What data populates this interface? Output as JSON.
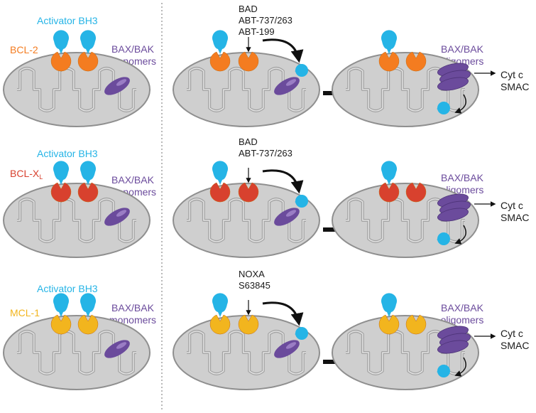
{
  "colors": {
    "activator": "#25b4e6",
    "bcl2": "#f47c20",
    "bclxl": "#d8412e",
    "mcl1": "#f2b51e",
    "baxbak": "#6b4b9c",
    "mito_fill": "#cfcfcf",
    "mito_stroke": "#8f8f8f"
  },
  "rows": [
    {
      "protein_main": "BCL-2",
      "protein_sub": "",
      "protein_color": "#f47c20",
      "activator_label": "Activator BH3",
      "monomers_label": [
        "BAX/BAK",
        "monomers"
      ],
      "drug_lines": [
        "BAD",
        "ABT-737/263",
        "ABT-199"
      ],
      "oligomers_label": [
        "BAX/BAK",
        "oligomers"
      ],
      "release_label": [
        "Cyt c",
        "SMAC"
      ]
    },
    {
      "protein_main": "BCL-X",
      "protein_sub": "L",
      "protein_color": "#d8412e",
      "activator_label": "Activator BH3",
      "monomers_label": [
        "BAX/BAK",
        "monomers"
      ],
      "drug_lines": [
        "BAD",
        "ABT-737/263"
      ],
      "oligomers_label": [
        "BAX/BAK",
        "oligomers"
      ],
      "release_label": [
        "Cyt c",
        "SMAC"
      ]
    },
    {
      "protein_main": "MCL-1",
      "protein_sub": "",
      "protein_color": "#f2b51e",
      "activator_label": "Activator BH3",
      "monomers_label": [
        "BAX/BAK",
        "monomers"
      ],
      "drug_lines": [
        "NOXA",
        "S63845"
      ],
      "oligomers_label": [
        "BAX/BAK",
        "oligomers"
      ],
      "release_label": [
        "Cyt c",
        "SMAC"
      ]
    }
  ]
}
